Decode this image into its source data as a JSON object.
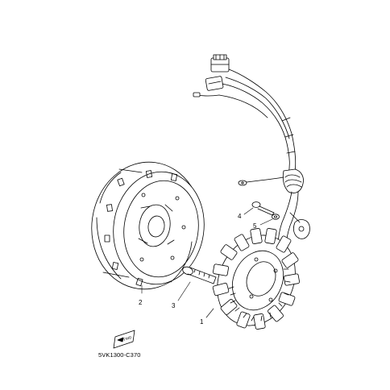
{
  "callouts": [
    {
      "id": "1",
      "label": "1"
    },
    {
      "id": "2",
      "label": "2"
    },
    {
      "id": "3",
      "label": "3"
    },
    {
      "id": "4",
      "label": "4"
    },
    {
      "id": "5",
      "label": "5"
    }
  ],
  "fwd_badge": "FWD",
  "diagram_code": "5VK1300-C370",
  "colors": {
    "line": "#000000",
    "background": "#ffffff"
  }
}
